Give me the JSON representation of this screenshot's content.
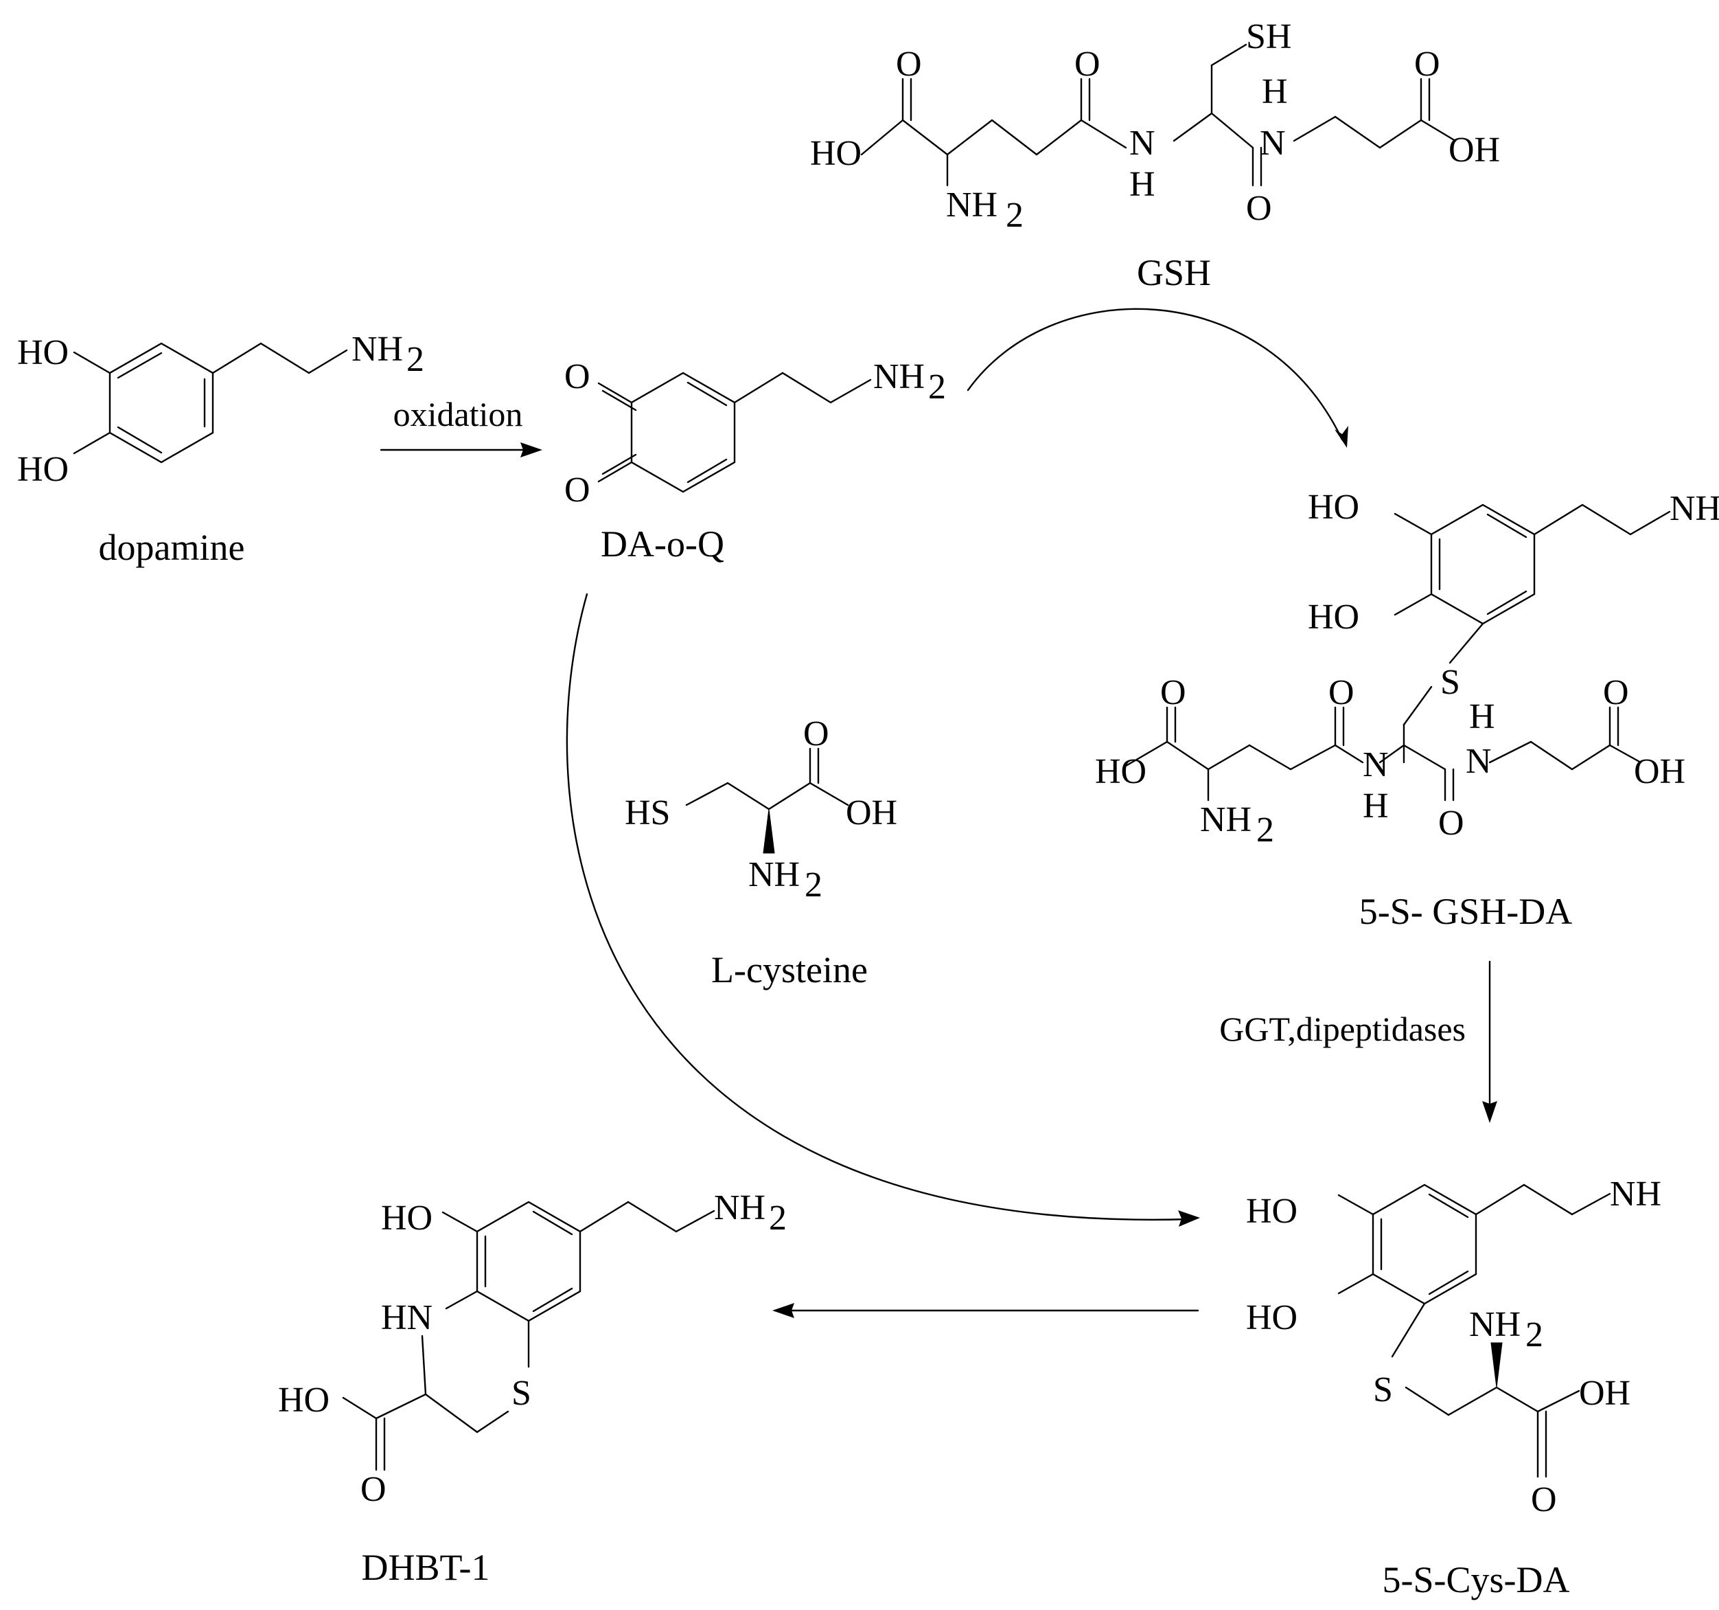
{
  "compounds": {
    "dopamine": "dopamine",
    "daoq": "DA-o-Q",
    "gsh": "GSH",
    "gshda": "5-S- GSH-DA",
    "lcys": "L-cysteine",
    "cysda": "5-S-Cys-DA",
    "dhbt": "DHBT-1"
  },
  "reactions": {
    "oxidation": "oxidation",
    "ggt": "GGT,dipeptidases"
  },
  "atoms": {
    "HO": "HO",
    "OH": "OH",
    "O": "O",
    "N": "N",
    "H": "H",
    "S": "S",
    "HS": "HS",
    "SH": "SH",
    "HN": "HN",
    "NH": "NH",
    "subscript_2": "2"
  },
  "colors": {
    "ink": "#000000",
    "background": "#ffffff"
  }
}
